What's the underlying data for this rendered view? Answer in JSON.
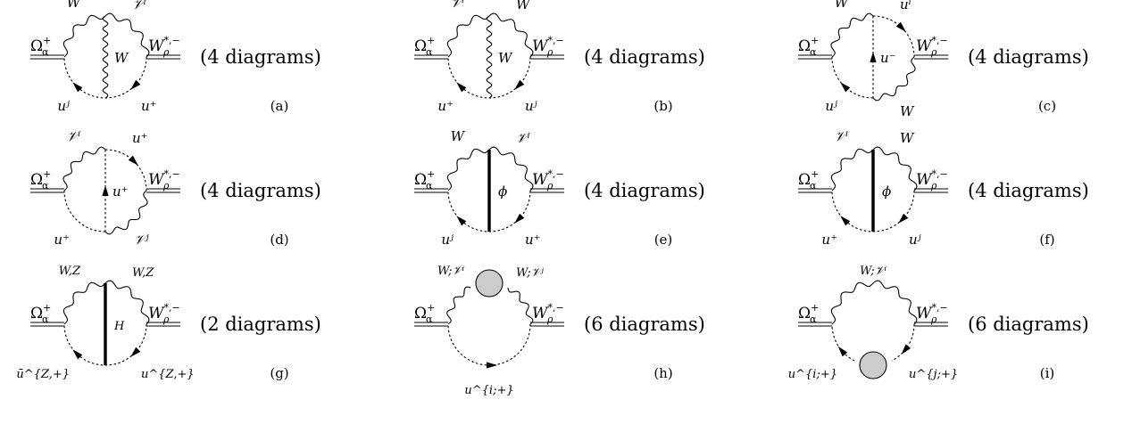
{
  "external_in": {
    "main": "Ω",
    "sup": "+",
    "sub": "α"
  },
  "external_out": {
    "main": "W",
    "sup": "*,−",
    "sub": "ρ"
  },
  "panels": [
    {
      "tag": "(a)",
      "count": "(4 diagrams)",
      "labels": {
        "top_left": "W",
        "top_right": "𝒱ⁱ",
        "middle": "W",
        "bottom_left": "uʲ",
        "bottom_right": "u⁺"
      }
    },
    {
      "tag": "(b)",
      "count": "(4 diagrams)",
      "labels": {
        "top_left": "𝒱ⁱ",
        "top_right": "W",
        "middle": "W",
        "bottom_left": "u⁺",
        "bottom_right": "uʲ"
      }
    },
    {
      "tag": "(c)",
      "count": "(4 diagrams)",
      "labels": {
        "top_left": "W",
        "top_right": "uⁱ",
        "middle": "u⁻",
        "bottom_left": "uʲ",
        "bottom_right": "W"
      }
    },
    {
      "tag": "(d)",
      "count": "(4 diagrams)",
      "labels": {
        "top_left": "𝒱ⁱ",
        "top_right": "u⁺",
        "middle": "u⁺",
        "bottom_left": "u⁺",
        "bottom_right": "𝒱ʲ"
      }
    },
    {
      "tag": "(e)",
      "count": "(4 diagrams)",
      "labels": {
        "top_left": "W",
        "top_right": "𝒱ⁱ",
        "middle": "ϕ",
        "bottom_left": "uʲ",
        "bottom_right": "u⁺"
      }
    },
    {
      "tag": "(f)",
      "count": "(4 diagrams)",
      "labels": {
        "top_left": "𝒱ⁱ",
        "top_right": "W",
        "middle": "ϕ",
        "bottom_left": "u⁺",
        "bottom_right": "uʲ"
      }
    },
    {
      "tag": "(g)",
      "count": "(2 diagrams)",
      "labels": {
        "top_left": "W,Z",
        "top_right": "W,Z",
        "middle": "H",
        "bottom_left": "ū^{Z,+}",
        "bottom_right": "u^{Z,+}"
      }
    },
    {
      "tag": "(h)",
      "count": "(6 diagrams)",
      "labels": {
        "top_left": "W;𝒱ⁱ",
        "top_right": "W;𝒱ʲ",
        "bottom": "u^{i;+}"
      }
    },
    {
      "tag": "(i)",
      "count": "(6 diagrams)",
      "labels": {
        "top": "W;𝒱ⁱ",
        "bottom_left": "u^{i;+}",
        "bottom_right": "u^{j;+}"
      }
    }
  ]
}
